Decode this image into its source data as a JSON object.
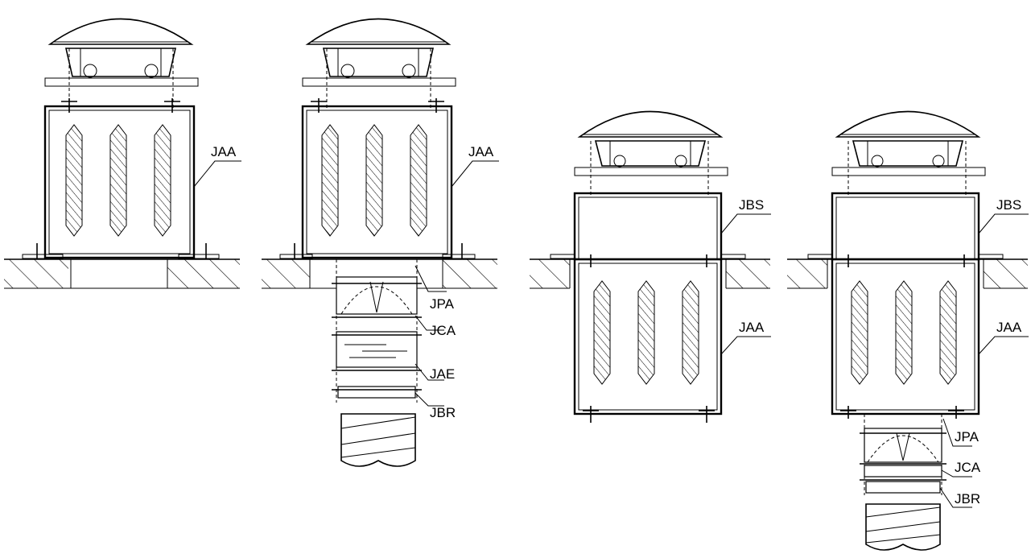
{
  "assemblies": [
    {
      "id": "a1",
      "labels": [
        "JAA"
      ]
    },
    {
      "id": "a2",
      "labels": [
        "JAA",
        "JPA",
        "JCA",
        "JAE",
        "JBR"
      ]
    },
    {
      "id": "a3",
      "labels": [
        "JBS",
        "JAA"
      ]
    },
    {
      "id": "a4",
      "labels": [
        "JBS",
        "JAA",
        "JPA",
        "JCA",
        "JBR"
      ]
    }
  ]
}
